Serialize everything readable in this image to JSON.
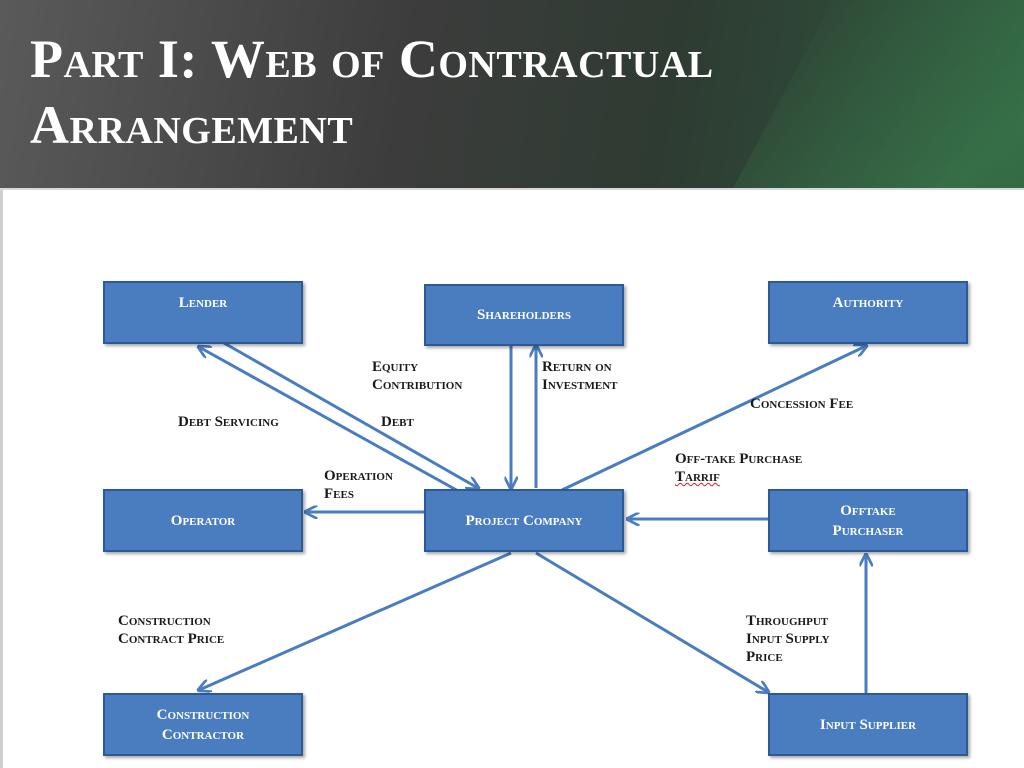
{
  "slide": {
    "title_line1": "Part I: Web of Contractual",
    "title_line2": "Arrangement"
  },
  "nodes": {
    "lender": "Lender",
    "shareholders": "Shareholders",
    "authority": "Authority",
    "operator": "Operator",
    "project_company": "Project Company",
    "offtake_line1": "Offtake",
    "offtake_line2": "Purchaser",
    "contractor_line1": "Construction",
    "contractor_line2": "Contractor",
    "input_supplier": "Input Supplier"
  },
  "edges": {
    "equity_line1": "Equity",
    "equity_line2": "Contribution",
    "return_line1": "Return on",
    "return_line2": "Investment",
    "debt_servicing": "Debt Servicing",
    "debt": "Debt",
    "concession_fee": "Concession Fee",
    "offtake_tariff_line1": "Off-take Purchase",
    "offtake_tariff_line2": "Tarrif",
    "operation_line1": "Operation",
    "operation_line2": "Fees",
    "construction_line1": "Construction",
    "construction_line2": "Contract Price",
    "throughput_line1": "Throughput",
    "throughput_line2": "Input Supply",
    "throughput_line3": "Price"
  },
  "colors": {
    "box_fill": "#4a7cc0",
    "box_border": "#2d5a92",
    "arrow": "#4a7cc0"
  }
}
